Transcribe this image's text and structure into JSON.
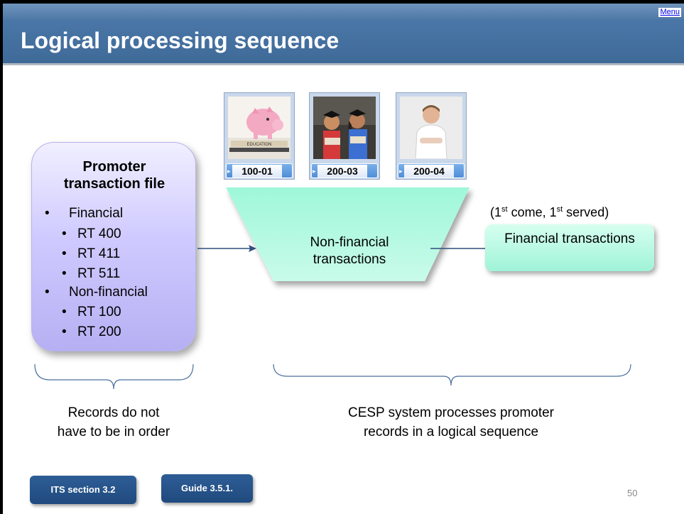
{
  "header": {
    "menu_link": "Menu",
    "title": "Logical processing sequence"
  },
  "promoter_file": {
    "title_line1": "Promoter",
    "title_line2": "transaction file",
    "items": [
      {
        "label": "Financial",
        "level": 1
      },
      {
        "label": "RT 400",
        "level": 2
      },
      {
        "label": "RT 411",
        "level": 2
      },
      {
        "label": "RT 511",
        "level": 2
      },
      {
        "label": "Non-financial",
        "level": 1
      },
      {
        "label": "RT 100",
        "level": 2
      },
      {
        "label": "RT 200",
        "level": 2
      }
    ]
  },
  "photos": [
    {
      "label": "100-01",
      "subject": "piggy-bank-education"
    },
    {
      "label": "200-03",
      "subject": "graduating-children"
    },
    {
      "label": "200-04",
      "subject": "man-portrait"
    }
  ],
  "funnel": {
    "line1": "Non-financial",
    "line2": "transactions"
  },
  "financial": {
    "note_pre": "(1",
    "note_sup1": "st",
    "note_mid": " come, 1",
    "note_sup2": "st",
    "note_post": " served)",
    "label": "Financial transactions"
  },
  "captions": {
    "left_line1": "Records do not",
    "left_line2": "have to be in order",
    "right_line1": "CESP system processes promoter",
    "right_line2": "records in a logical sequence"
  },
  "buttons": {
    "its": "ITS section 3.2",
    "guide": "Guide 3.5.1."
  },
  "page_number": "50",
  "colors": {
    "title_bar": "#4a77a8",
    "promoter_box": "#c4bff8",
    "funnel": "#8ff5d2",
    "button": "#2a5690"
  }
}
